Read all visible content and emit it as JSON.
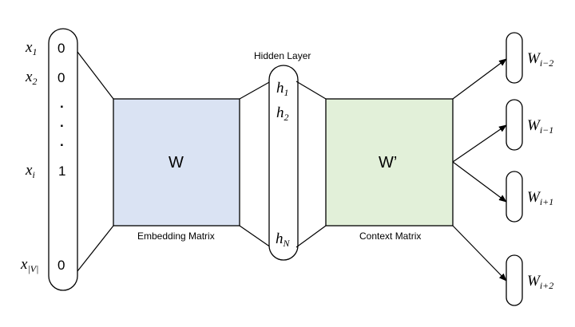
{
  "colors": {
    "embedding_fill": "#dae3f3",
    "context_fill": "#e2f0d9",
    "stroke": "#000000"
  },
  "input": {
    "symbols": [
      {
        "base": "x",
        "sub": "1"
      },
      {
        "base": "x",
        "sub": "2"
      },
      {
        "base": "x",
        "sub": "i"
      },
      {
        "base": "x",
        "sub": "|V|"
      }
    ],
    "values": [
      "0",
      "0",
      "1",
      "0"
    ],
    "ellipsis": [
      ".",
      ".",
      "."
    ]
  },
  "embedding": {
    "matrix_label": "W",
    "caption": "Embedding Matrix"
  },
  "hidden": {
    "title": "Hidden Layer",
    "units": [
      {
        "base": "h",
        "sub": "1"
      },
      {
        "base": "h",
        "sub": "2"
      },
      {
        "base": "h",
        "sub": "N"
      }
    ]
  },
  "context": {
    "matrix_label": "W’",
    "caption": "Context Matrix"
  },
  "outputs": [
    {
      "base": "W",
      "sub": "i−2"
    },
    {
      "base": "W",
      "sub": "i−1"
    },
    {
      "base": "W",
      "sub": "i+1"
    },
    {
      "base": "W",
      "sub": "i+2"
    }
  ]
}
